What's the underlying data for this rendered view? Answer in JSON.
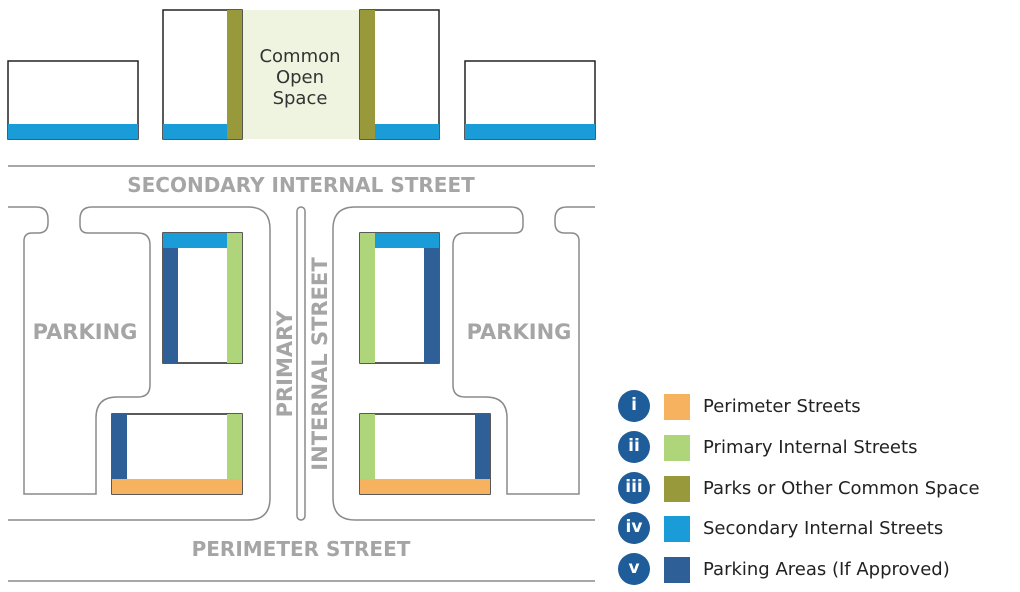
{
  "colors": {
    "perimeter": "#f7b25f",
    "primary": "#afd57a",
    "parks": "#98993a",
    "secondary": "#1a9cd9",
    "parking_area": "#2f5f97",
    "open_space_fill": "#eef4df",
    "road_line": "#8a8a8a",
    "legend_circle": "#1e5d99"
  },
  "common_open_space": {
    "line1": "Common",
    "line2": "Open",
    "line3": "Space"
  },
  "streets": {
    "secondary": "SECONDARY INTERNAL STREET",
    "perimeter": "PERIMETER STREET",
    "primary_line1": "PRIMARY",
    "primary_line2": "INTERNAL STREET"
  },
  "parking": {
    "left": "PARKING",
    "right": "PARKING"
  },
  "legend": [
    {
      "num": "i",
      "label": "Perimeter Streets",
      "swatch": "perimeter"
    },
    {
      "num": "ii",
      "label": "Primary Internal Streets",
      "swatch": "primary"
    },
    {
      "num": "iii",
      "label": "Parks or Other Common Space",
      "swatch": "parks"
    },
    {
      "num": "iv",
      "label": "Secondary Internal Streets",
      "swatch": "secondary"
    },
    {
      "num": "v",
      "label": "Parking Areas (If Approved)",
      "swatch": "parking_area"
    }
  ]
}
